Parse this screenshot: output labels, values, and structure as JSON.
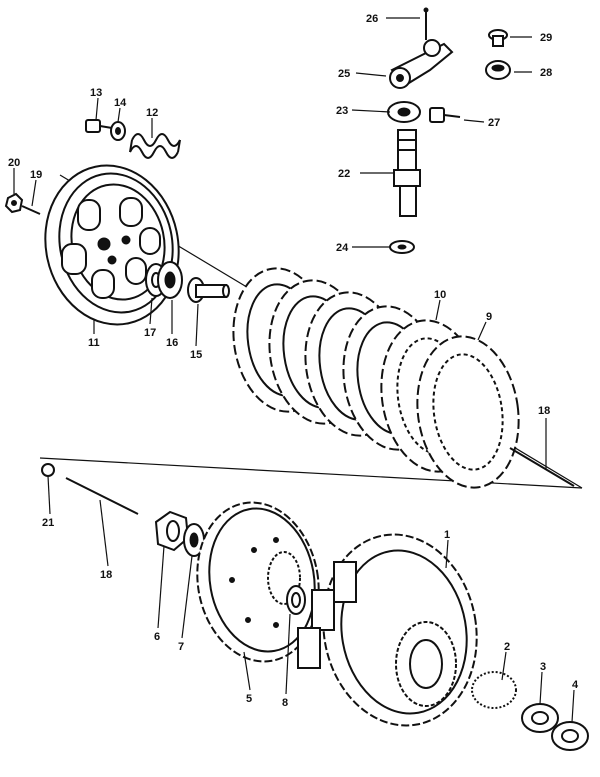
{
  "diagram": {
    "labels": [
      "1",
      "2",
      "3",
      "4",
      "5",
      "6",
      "7",
      "8",
      "9",
      "10",
      "11",
      "12",
      "13",
      "14",
      "15",
      "16",
      "17",
      "18",
      "18",
      "19",
      "20",
      "21",
      "22",
      "23",
      "24",
      "25",
      "26",
      "27",
      "28",
      "29"
    ],
    "colors": {
      "ink": "#111111",
      "paper": "#ffffff"
    }
  }
}
